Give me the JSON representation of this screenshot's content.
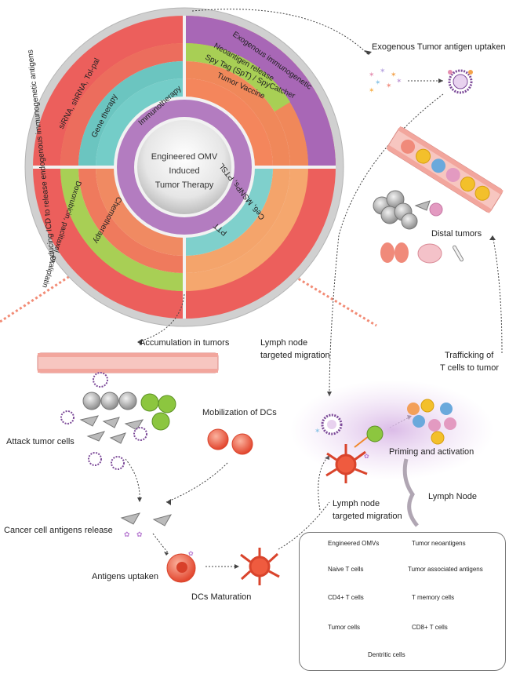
{
  "wheel": {
    "center_lines": [
      "Engineered OMV",
      "Induced",
      "Tumor Therapy"
    ],
    "inner": [
      "Immunotherapy",
      "PTT",
      "Chemotherapy"
    ],
    "middle": [
      "Gene therapy",
      "Tumor Vaccine",
      "Ce6, MSNPs, PTSL",
      "Doxorubicin, paclitaxel, oxaliplatin"
    ],
    "outer": [
      "siRNA, shRNA, Tol-pal",
      "Spy Tag (SpT) / SpyCatcher",
      "Neoantigen release"
    ],
    "rim": [
      "Inducing ICD to release endogenous immunogenetic antigens",
      "Exogenous immunogenetic"
    ]
  },
  "labels": {
    "exogenous_uptaken": "Exogenous Tumor antigen uptaken",
    "distal_tumors": "Distal tumors",
    "accumulation": "Accumulation in tumors",
    "lymph_migration_top_1": "Lymph node",
    "lymph_migration_top_2": "targeted migration",
    "trafficking_1": "Trafficking of",
    "trafficking_2": "T cells to tumor",
    "mobilization": "Mobilization of DCs",
    "attack": "Attack tumor cells",
    "priming": "Priming and activation",
    "lymph_node": "Lymph Node",
    "antigens_release": "Cancer cell antigens release",
    "lymph_migration_bottom_1": "Lymph node",
    "lymph_migration_bottom_2": "targeted migration",
    "antigens_uptaken": "Antigens uptaken",
    "dcs_maturation": "DCs Maturation"
  },
  "legend": {
    "engineered_omvs": "Engineered OMVs",
    "tumor_neoantigens": "Tumor neoantigens",
    "naive_t": "Naive T cells",
    "tumor_associated": "Tumor associated antigens",
    "cd4": "CD4+ T cells",
    "t_memory": "T memory cells",
    "tumor_cells": "Tumor cells",
    "cd8": "CD8+ T cells",
    "dendritic": "Dentritic cells"
  },
  "colors": {
    "ring_purple": "#b37cc0",
    "ring_teal": "#6bc5c0",
    "ring_orange": "#f0885a",
    "ring_green": "#a8cf55",
    "ring_red": "#ec5f5c",
    "omv": "#7d4b99",
    "naive_t": "#8cc63f",
    "cd4": "#6aa9dc",
    "t_memory": "#f3c02b",
    "cd8": "#e39ac1",
    "tumor": "#9a9a9a",
    "dc": "#ef5b3f",
    "lymph": "#d6b4e2"
  }
}
